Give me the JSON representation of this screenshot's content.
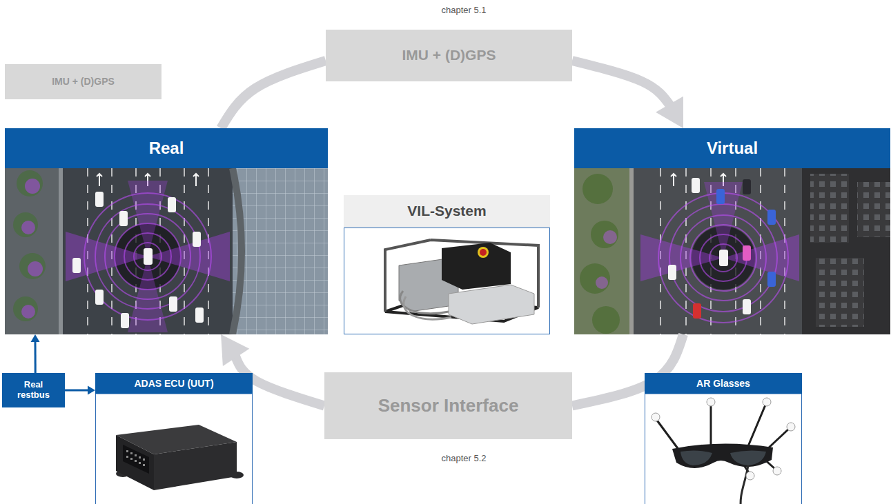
{
  "diagram": {
    "nodes": [
      {
        "text": [
          "IMU + (D)GPS"
        ]
      },
      {
        "text": [
          "IMU + (D)GPS"
        ]
      },
      {
        "text": [
          "Real"
        ]
      },
      {
        "text": [
          "Virtual"
        ]
      },
      {
        "text": [
          "VIL-System"
        ]
      },
      {
        "text": [
          "Real restbus"
        ]
      },
      {
        "text": [
          "ADAS ECU (UUT)"
        ]
      },
      {
        "text": [
          "Sensor Interface"
        ]
      },
      {
        "text": [
          "AR Glasses"
        ]
      }
    ],
    "edges": [
      {
        "from": 2,
        "to": 0,
        "arrow": "none"
      },
      {
        "from": 0,
        "to": 3,
        "arrow": "to"
      },
      {
        "from": 3,
        "to": 7,
        "arrow": "none"
      },
      {
        "from": 7,
        "to": 2,
        "arrow": "to"
      },
      {
        "from": 5,
        "to": 2,
        "arrow": "to"
      },
      {
        "from": 5,
        "to": 6,
        "arrow": "to"
      }
    ],
    "labels": [
      "chapter 5.1",
      "chapter 5.2"
    ]
  }
}
